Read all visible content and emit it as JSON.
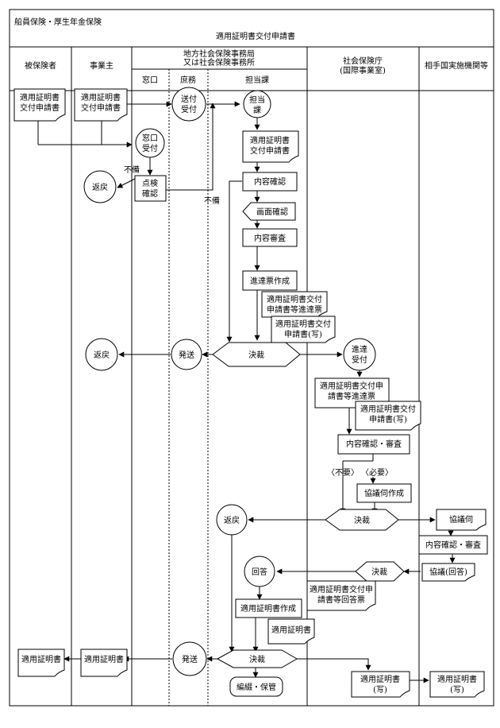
{
  "header": {
    "title": "船員保険・厚生年金保険",
    "subtitle": "適用証明書交付申請書"
  },
  "columns": {
    "insured": "被保険者",
    "employer": "事業主",
    "regional_office": [
      "地方社会保険事務局",
      "又は社会保険事務所"
    ],
    "sub_madoguchi": "窓口",
    "sub_shomu": "庶務",
    "sub_tanto": "担当課",
    "sia": [
      "社会保険庁",
      "(国際事業室)"
    ],
    "partner": "相手国実施機関等"
  },
  "nodes": {
    "doc_insured_app": [
      "適用証明書",
      "交付申請書"
    ],
    "doc_employer_app": [
      "適用証明書",
      "交付申請書"
    ],
    "circle_sofu": [
      "送付",
      "受付"
    ],
    "circle_tanto": [
      "担当",
      "課"
    ],
    "circle_madoguchi": [
      "窓口",
      "受付"
    ],
    "doc_tanto_app": [
      "適用証明書",
      "交付申請書"
    ],
    "label_fubi1": "不備",
    "circle_hen1": "返戻",
    "box_tenken": [
      "点検",
      "確認"
    ],
    "box_naiyo_kakunin": "内容確認",
    "label_fubi2": "不備",
    "display_gamen": "画面確認",
    "box_naiyo_shinsa": "内容審査",
    "box_shintatsu": "進達票作成",
    "doc_shintatsu": [
      "適用証明書交付",
      "申請書等進達票"
    ],
    "doc_app_copy1": [
      "適用証明書交付",
      "申請書(写)"
    ],
    "circle_hen2": "返戻",
    "circle_hasso1": "発送",
    "hex_kessai1": "決裁",
    "circle_shintatsu_uke": [
      "進達",
      "受付"
    ],
    "doc_sia_shintatsu": [
      "適用証明書交付申",
      "請書等進達票"
    ],
    "doc_sia_app_copy": [
      "適用証明書交付",
      "申請書(写)"
    ],
    "box_naiyo_shinsa2": "内容確認・審査",
    "label_fuyo": "〈不要〉",
    "label_hitsuyo": "〈必要〉",
    "box_kyogi_sakusei": "協議伺作成",
    "circle_hen3": "返戻",
    "hex_kessai2": "決裁",
    "doc_kyogi": "協議伺",
    "box_partner_shinsa": "内容確認・審査",
    "doc_kyogi_kaito": "協議(回答)",
    "circle_kaito": "回答",
    "hex_kessai3": "決裁",
    "doc_kaito_hyo": [
      "適用証明書交付申",
      "請書等回答票"
    ],
    "box_cert_sakusei": "適用証明書作成",
    "doc_cert1": "適用証明書",
    "doc_cert_insured": "適用証明書",
    "doc_cert_employer": "適用証明書",
    "circle_hasso2": "発送",
    "hex_kessai4": "決裁",
    "box_hentetsu": "編綴・保管",
    "doc_cert_copy_sia": [
      "適用証明書",
      "(写)"
    ],
    "doc_cert_copy_partner": [
      "適用証明書",
      "(写)"
    ]
  }
}
